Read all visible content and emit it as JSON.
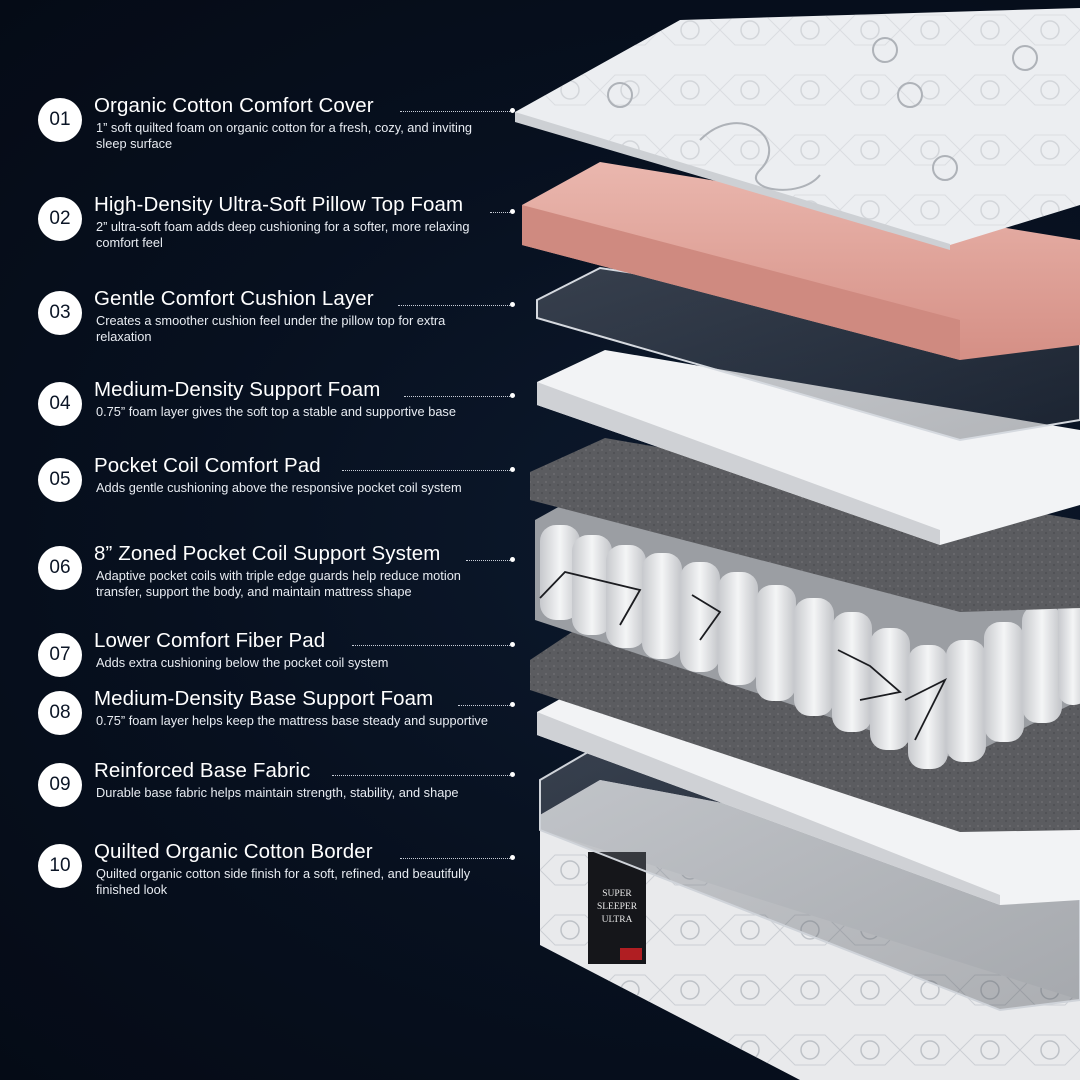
{
  "layers": [
    {
      "number": "01",
      "title": "Organic Cotton Comfort Cover",
      "description": "1” soft quilted foam on organic cotton for a fresh, cozy, and inviting sleep surface"
    },
    {
      "number": "02",
      "title": "High-Density Ultra-Soft Pillow Top Foam",
      "description": "2” ultra-soft foam adds deep cushioning for a softer, more relaxing comfort feel"
    },
    {
      "number": "03",
      "title": "Gentle Comfort Cushion Layer",
      "description": "Creates a smoother cushion feel under the pillow top for extra relaxation"
    },
    {
      "number": "04",
      "title": "Medium-Density Support Foam",
      "description": "0.75” foam layer gives the soft top a stable and supportive base"
    },
    {
      "number": "05",
      "title": "Pocket Coil Comfort Pad",
      "description": "Adds gentle cushioning above the responsive pocket coil system"
    },
    {
      "number": "06",
      "title": "8” Zoned Pocket Coil Support System",
      "description": "Adaptive pocket coils with triple edge guards help reduce motion transfer, support the body, and maintain mattress shape"
    },
    {
      "number": "07",
      "title": "Lower Comfort Fiber Pad",
      "description": "Adds extra cushioning below the pocket coil system"
    },
    {
      "number": "08",
      "title": "Medium-Density Base Support Foam",
      "description": "0.75” foam layer helps keep the mattress base steady and supportive"
    },
    {
      "number": "09",
      "title": "Reinforced Base Fabric",
      "description": "Durable base fabric helps maintain strength, stability, and shape"
    },
    {
      "number": "10",
      "title": "Quilted Organic Cotton Border",
      "description": "Quilted organic cotton side finish for a soft, refined, and beautifully finished look"
    }
  ],
  "label": {
    "line1": "SUPER",
    "line2": "SLEEPER",
    "line3": "ULTRA"
  },
  "colors": {
    "background": "#07101f",
    "pillow_top": "#e6a9a0",
    "cover": "#eceef1",
    "foam": "#f1f2f4",
    "fiber_pad": "#5e5f63"
  }
}
